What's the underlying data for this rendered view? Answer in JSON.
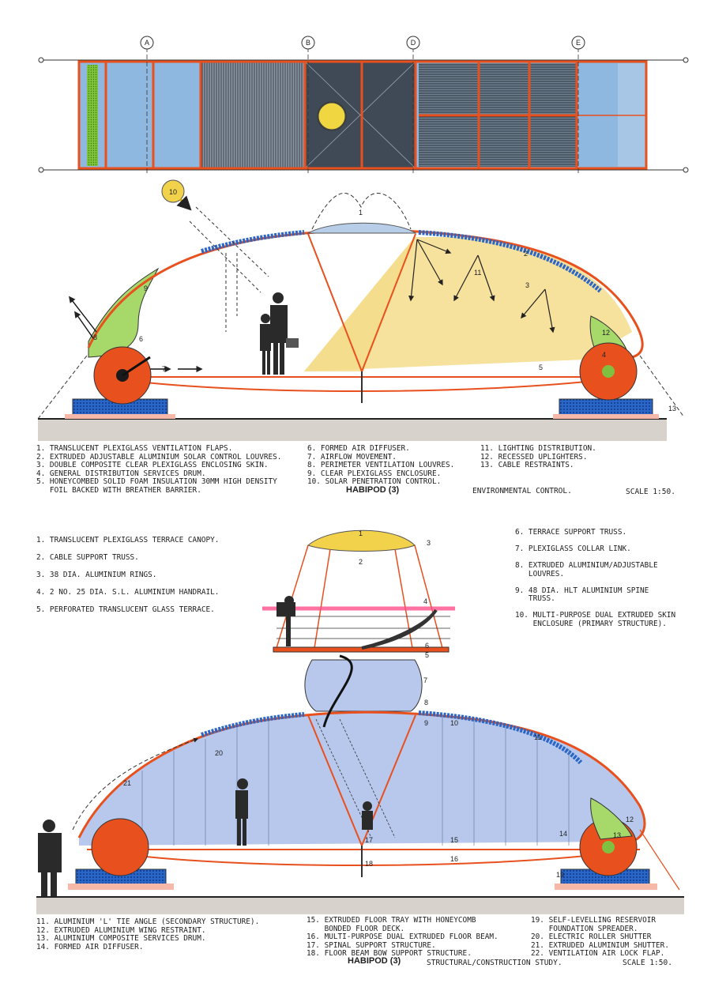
{
  "plan": {
    "grid_labels": [
      "A",
      "B",
      "D",
      "E"
    ],
    "sun_label": "10"
  },
  "env": {
    "callouts": [
      "1",
      "2",
      "3",
      "4",
      "5",
      "6",
      "7",
      "8",
      "9",
      "11",
      "12",
      "13"
    ],
    "legend_col1": [
      "1. TRANSLUCENT PLEXIGLASS VENTILATION FLAPS.",
      "2. EXTRUDED ADJUSTABLE ALUMINIUM SOLAR CONTROL LOUVRES.",
      "3. DOUBLE COMPOSITE CLEAR PLEXIGLASS ENCLOSING SKIN.",
      "4. GENERAL DISTRIBUTION SERVICES DRUM.",
      "5. HONEYCOMBED SOLID FOAM INSULATION 30MM HIGH DENSITY",
      "   FOIL BACKED WITH BREATHER BARRIER."
    ],
    "legend_col2": [
      "6. FORMED AIR DIFFUSER.",
      "7. AIRFLOW MOVEMENT.",
      "8. PERIMETER VENTILATION LOUVRES.",
      "9. CLEAR PLEXIGLASS ENCLOSURE.",
      "10. SOLAR PENETRATION CONTROL."
    ],
    "legend_col3": [
      "11. LIGHTING DISTRIBUTION.",
      "12. RECESSED UPLIGHTERS.",
      "13. CABLE RESTRAINTS."
    ],
    "title": "HABIPOD (3)",
    "subtitle": "ENVIRONMENTAL CONTROL.",
    "scale": "SCALE 1:50."
  },
  "struct": {
    "callouts": [
      "1",
      "2",
      "3",
      "4",
      "5",
      "6",
      "7",
      "8",
      "9",
      "10",
      "11",
      "12",
      "13",
      "14",
      "15",
      "16",
      "17",
      "18",
      "19",
      "20",
      "21"
    ],
    "legend_left": [
      "1. TRANSLUCENT PLEXIGLASS TERRACE CANOPY.",
      "2. CABLE SUPPORT TRUSS.",
      "3. 38 DIA. ALUMINIUM RINGS.",
      "4. 2 NO. 25 DIA. S.L. ALUMINIUM HANDRAIL.",
      "5. PERFORATED TRANSLUCENT GLASS TERRACE."
    ],
    "legend_right": [
      "6. TERRACE SUPPORT TRUSS.",
      "7. PLEXIGLASS COLLAR LINK.",
      "8. EXTRUDED ALUMINIUM/ADJUSTABLE\n   LOUVRES.",
      "9. 48 DIA. HLT ALUMINIUM SPINE\n   TRUSS.",
      "10. MULTI-PURPOSE DUAL EXTRUDED SKIN\n    ENCLOSURE (PRIMARY STRUCTURE)."
    ],
    "legend_b1": [
      "11. ALUMINIUM 'L' TIE ANGLE (SECONDARY STRUCTURE).",
      "12. EXTRUDED ALUMINIUM WING RESTRAINT.",
      "13. ALUMINIUM COMPOSITE SERVICES DRUM.",
      "14. FORMED AIR DIFFUSER."
    ],
    "legend_b2": [
      "15. EXTRUDED FLOOR TRAY WITH HONEYCOMB",
      "    BONDED FLOOR DECK.",
      "16. MULTI-PURPOSE DUAL EXTRUDED FLOOR BEAM.",
      "17. SPINAL SUPPORT STRUCTURE.",
      "18. FLOOR BEAM BOW SUPPORT STRUCTURE."
    ],
    "legend_b3": [
      "19. SELF-LEVELLING RESERVOIR",
      "    FOUNDATION SPREADER.",
      "20. ELECTRIC ROLLER SHUTTER",
      "21. EXTRUDED ALUMINIUM SHUTTER.",
      "22. VENTILATION AIR LOCK FLAP."
    ],
    "title": "HABIPOD (3)",
    "subtitle": "STRUCTURAL/CONSTRUCTION STUDY.",
    "scale": "SCALE 1:50."
  },
  "colors": {
    "orange": "#e8501e",
    "blue_panel": "#8fb8e0",
    "dark_panel": "#3f4a56",
    "yellow": "#f2d24b",
    "green": "#a6d86a",
    "glass": "#b7c8ec"
  }
}
